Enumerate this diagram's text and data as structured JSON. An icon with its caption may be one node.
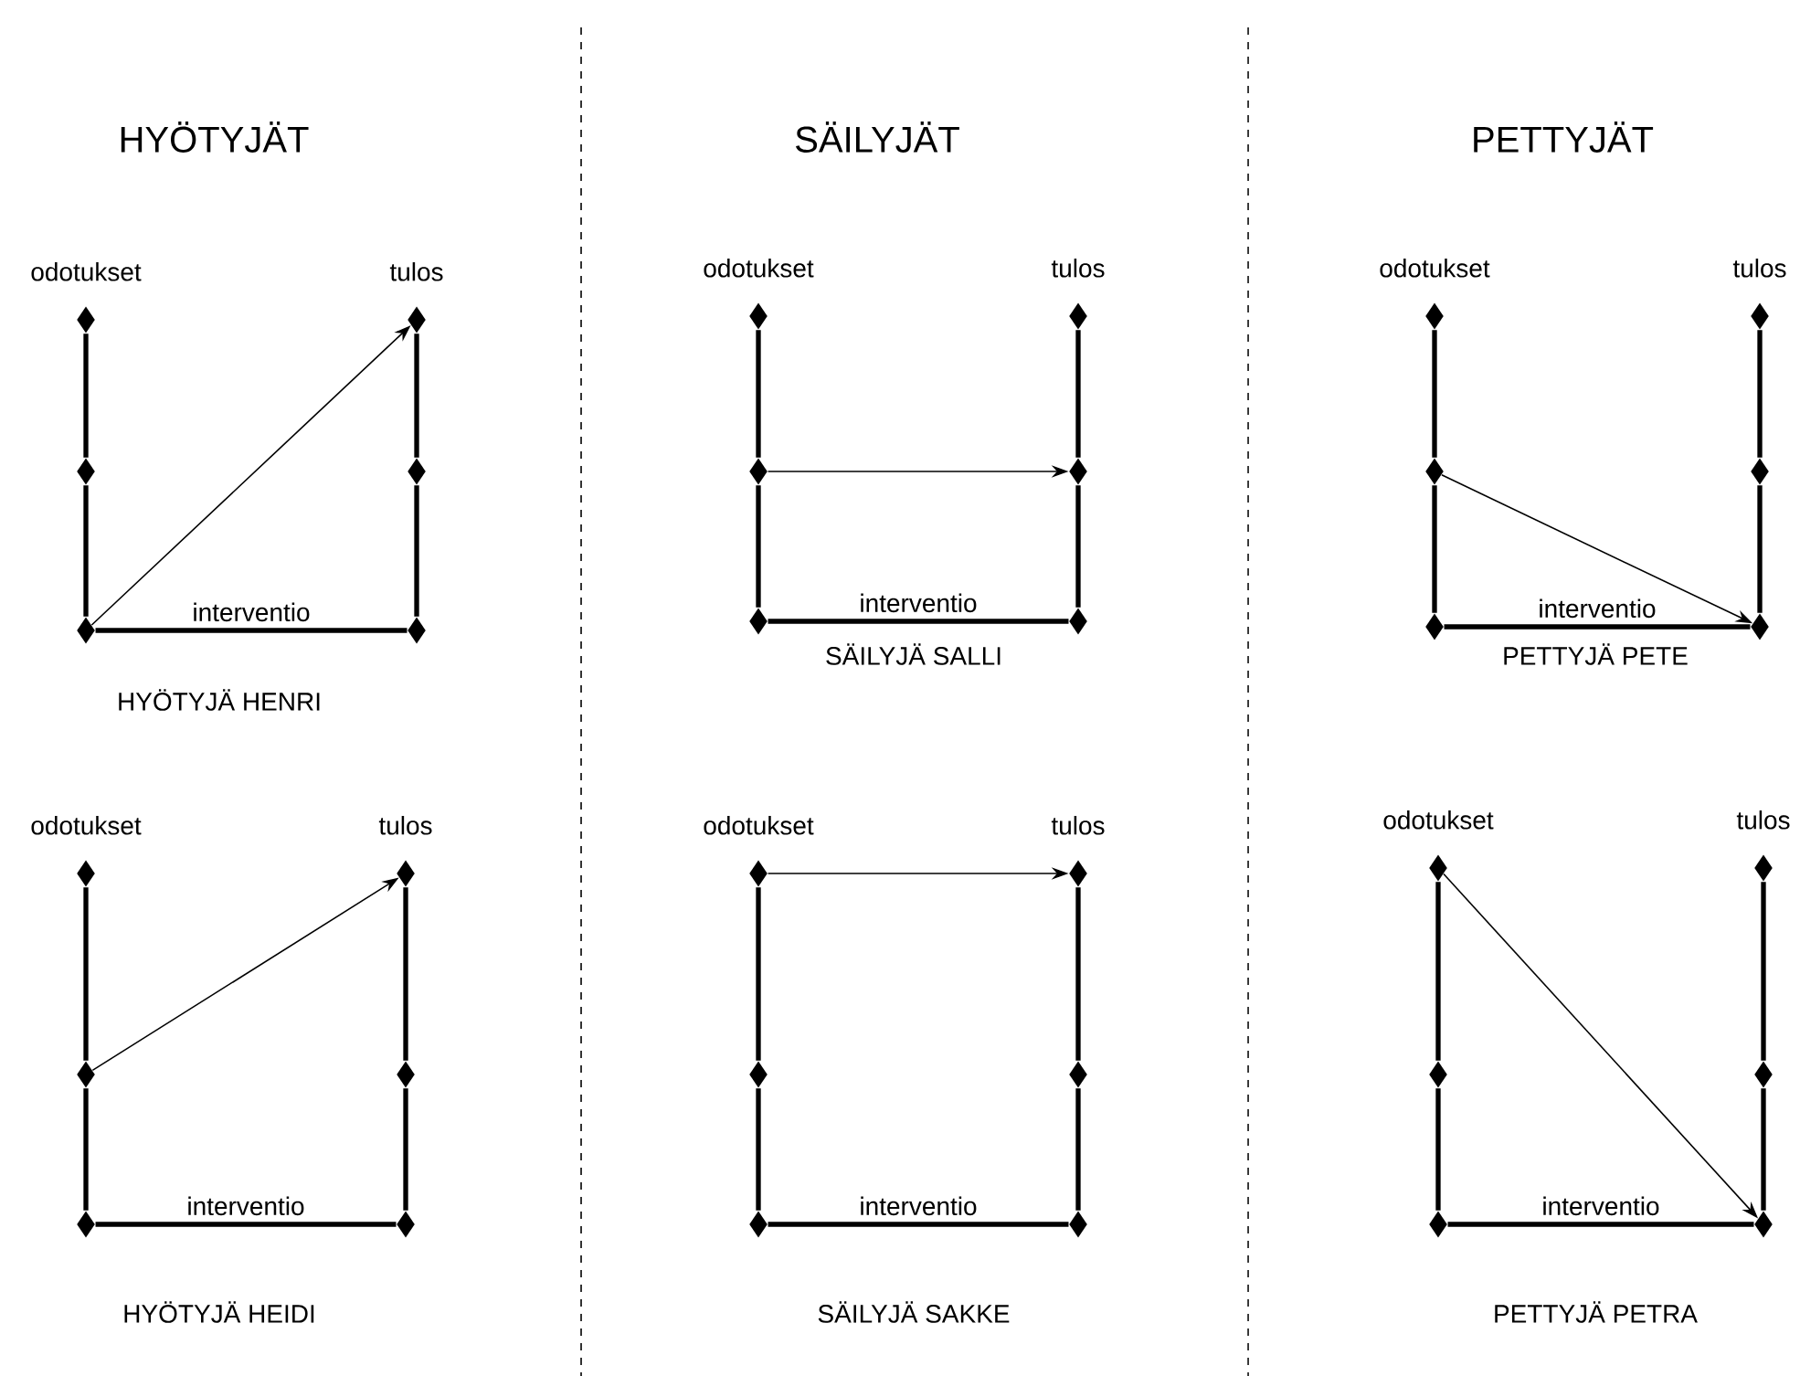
{
  "diagram": {
    "nodes": [
      {
        "text": [],
        "shape": "diamond",
        "beside": [
          "odotukset"
        ]
      },
      {
        "text": [],
        "shape": "diamond"
      },
      {
        "text": [],
        "shape": "diamond"
      },
      {
        "text": [],
        "shape": "diamond",
        "beside": [
          "tulos"
        ]
      },
      {
        "text": [],
        "shape": "diamond"
      },
      {
        "text": [],
        "shape": "diamond"
      },
      {
        "text": [],
        "shape": "diamond",
        "beside": [
          "odotukset"
        ]
      },
      {
        "text": [],
        "shape": "diamond"
      },
      {
        "text": [],
        "shape": "diamond"
      },
      {
        "text": [],
        "shape": "diamond",
        "beside": [
          "tulos"
        ]
      },
      {
        "text": [],
        "shape": "diamond"
      },
      {
        "text": [],
        "shape": "diamond"
      },
      {
        "text": [],
        "shape": "diamond",
        "beside": [
          "odotukset"
        ]
      },
      {
        "text": [],
        "shape": "diamond"
      },
      {
        "text": [],
        "shape": "diamond"
      },
      {
        "text": [],
        "shape": "diamond",
        "beside": [
          "tulos"
        ]
      },
      {
        "text": [],
        "shape": "diamond"
      },
      {
        "text": [],
        "shape": "diamond"
      },
      {
        "text": [],
        "shape": "diamond",
        "beside": [
          "odotukset"
        ]
      },
      {
        "text": [],
        "shape": "diamond"
      },
      {
        "text": [],
        "shape": "diamond"
      },
      {
        "text": [],
        "shape": "diamond",
        "beside": [
          "tulos"
        ]
      },
      {
        "text": [],
        "shape": "diamond"
      },
      {
        "text": [],
        "shape": "diamond"
      },
      {
        "text": [],
        "shape": "diamond",
        "beside": [
          "odotukset"
        ]
      },
      {
        "text": [],
        "shape": "diamond"
      },
      {
        "text": [],
        "shape": "diamond"
      },
      {
        "text": [],
        "shape": "diamond",
        "beside": [
          "tulos"
        ]
      },
      {
        "text": [],
        "shape": "diamond"
      },
      {
        "text": [],
        "shape": "diamond"
      },
      {
        "text": [],
        "shape": "diamond",
        "beside": [
          "odotukset"
        ]
      },
      {
        "text": [],
        "shape": "diamond"
      },
      {
        "text": [],
        "shape": "diamond"
      },
      {
        "text": [],
        "shape": "diamond",
        "beside": [
          "tulos"
        ]
      },
      {
        "text": [],
        "shape": "diamond"
      },
      {
        "text": [],
        "shape": "diamond"
      }
    ],
    "edges": [
      {
        "from": 0,
        "to": 1,
        "arrow": "none"
      },
      {
        "from": 1,
        "to": 2,
        "arrow": "none"
      },
      {
        "from": 3,
        "to": 4,
        "arrow": "none"
      },
      {
        "from": 4,
        "to": 5,
        "arrow": "none"
      },
      {
        "from": 2,
        "to": 5,
        "arrow": "none",
        "label": "interventio"
      },
      {
        "from": 2,
        "to": 3,
        "arrow": "to"
      },
      {
        "from": 6,
        "to": 7,
        "arrow": "none"
      },
      {
        "from": 7,
        "to": 8,
        "arrow": "none"
      },
      {
        "from": 9,
        "to": 10,
        "arrow": "none"
      },
      {
        "from": 10,
        "to": 11,
        "arrow": "none"
      },
      {
        "from": 8,
        "to": 11,
        "arrow": "none",
        "label": "interventio"
      },
      {
        "from": 7,
        "to": 10,
        "arrow": "to"
      },
      {
        "from": 12,
        "to": 13,
        "arrow": "none"
      },
      {
        "from": 13,
        "to": 14,
        "arrow": "none"
      },
      {
        "from": 15,
        "to": 16,
        "arrow": "none"
      },
      {
        "from": 16,
        "to": 17,
        "arrow": "none"
      },
      {
        "from": 14,
        "to": 17,
        "arrow": "none",
        "label": "interventio"
      },
      {
        "from": 13,
        "to": 17,
        "arrow": "to"
      },
      {
        "from": 18,
        "to": 19,
        "arrow": "none"
      },
      {
        "from": 19,
        "to": 20,
        "arrow": "none"
      },
      {
        "from": 21,
        "to": 22,
        "arrow": "none"
      },
      {
        "from": 22,
        "to": 23,
        "arrow": "none"
      },
      {
        "from": 20,
        "to": 23,
        "arrow": "none",
        "label": "interventio"
      },
      {
        "from": 19,
        "to": 21,
        "arrow": "to"
      },
      {
        "from": 24,
        "to": 25,
        "arrow": "none"
      },
      {
        "from": 25,
        "to": 26,
        "arrow": "none"
      },
      {
        "from": 27,
        "to": 28,
        "arrow": "none"
      },
      {
        "from": 28,
        "to": 29,
        "arrow": "none"
      },
      {
        "from": 26,
        "to": 29,
        "arrow": "none",
        "label": "interventio"
      },
      {
        "from": 24,
        "to": 27,
        "arrow": "to"
      },
      {
        "from": 30,
        "to": 31,
        "arrow": "none"
      },
      {
        "from": 31,
        "to": 32,
        "arrow": "none"
      },
      {
        "from": 33,
        "to": 34,
        "arrow": "none"
      },
      {
        "from": 34,
        "to": 35,
        "arrow": "none"
      },
      {
        "from": 32,
        "to": 35,
        "arrow": "none",
        "label": "interventio"
      },
      {
        "from": 30,
        "to": 35,
        "arrow": "to"
      }
    ],
    "labels": [
      "HYÖTYJÄT",
      "SÄILYJÄT",
      "PETTYJÄT",
      "HYÖTYJÄ HENRI",
      "SÄILYJÄ SALLI",
      "PETTYJÄ PETE",
      "HYÖTYJÄ HEIDI",
      "SÄILYJÄ SAKKE",
      "PETTYJÄ PETRA"
    ]
  }
}
